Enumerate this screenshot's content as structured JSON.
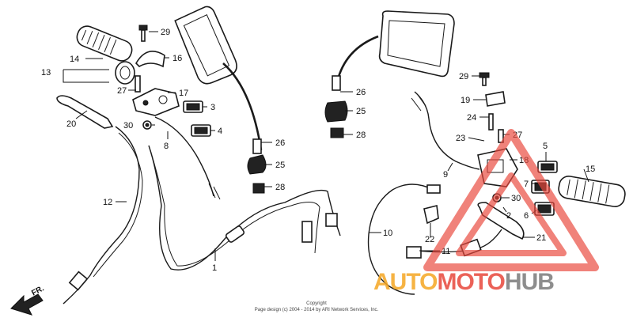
{
  "callouts": [
    {
      "id": "29a",
      "label": "29"
    },
    {
      "id": "14",
      "label": "14"
    },
    {
      "id": "16",
      "label": "16"
    },
    {
      "id": "13",
      "label": "13"
    },
    {
      "id": "27a",
      "label": "27"
    },
    {
      "id": "17",
      "label": "17"
    },
    {
      "id": "3",
      "label": "3"
    },
    {
      "id": "20",
      "label": "20"
    },
    {
      "id": "30a",
      "label": "30"
    },
    {
      "id": "4",
      "label": "4"
    },
    {
      "id": "8",
      "label": "8"
    },
    {
      "id": "26a",
      "label": "26"
    },
    {
      "id": "25a",
      "label": "25"
    },
    {
      "id": "28a",
      "label": "28"
    },
    {
      "id": "12",
      "label": "12"
    },
    {
      "id": "1",
      "label": "1"
    },
    {
      "id": "26b",
      "label": "26"
    },
    {
      "id": "25b",
      "label": "25"
    },
    {
      "id": "28b",
      "label": "28"
    },
    {
      "id": "29b",
      "label": "29"
    },
    {
      "id": "19",
      "label": "19"
    },
    {
      "id": "24",
      "label": "24"
    },
    {
      "id": "23",
      "label": "23"
    },
    {
      "id": "27b",
      "label": "27"
    },
    {
      "id": "5",
      "label": "5"
    },
    {
      "id": "18",
      "label": "18"
    },
    {
      "id": "15",
      "label": "15"
    },
    {
      "id": "9",
      "label": "9"
    },
    {
      "id": "7",
      "label": "7"
    },
    {
      "id": "30b",
      "label": "30"
    },
    {
      "id": "2",
      "label": "2"
    },
    {
      "id": "6",
      "label": "6"
    },
    {
      "id": "10",
      "label": "10"
    },
    {
      "id": "22",
      "label": "22"
    },
    {
      "id": "21",
      "label": "21"
    },
    {
      "id": "11",
      "label": "11"
    }
  ],
  "front_arrow": {
    "label": "FR."
  },
  "watermark": {
    "part1": "AUTO",
    "part2": "MOTO",
    "part3": "HUB",
    "color1": "#f5a623",
    "color2": "#e8473c",
    "color3": "#7a7a7a",
    "triangle_color": "#e8473c"
  },
  "copyright": {
    "line1": "Copyright",
    "line2": "Page design (c) 2004 - 2014 by ARI Network Services, Inc."
  }
}
